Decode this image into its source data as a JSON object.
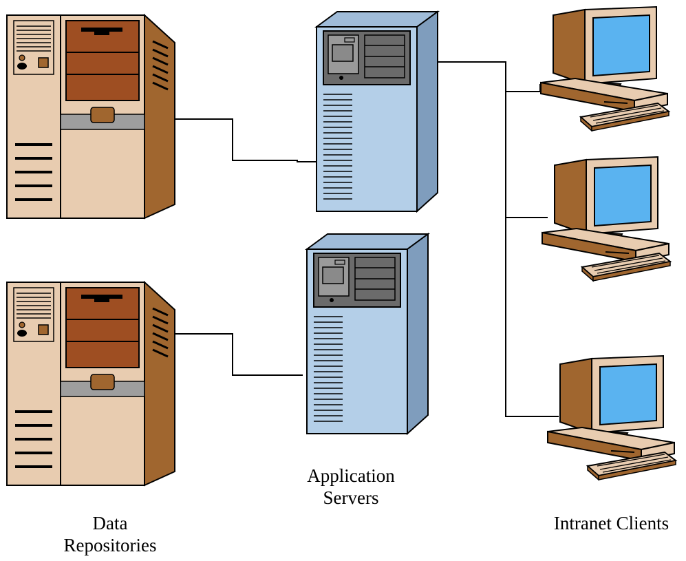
{
  "labels": {
    "data_repositories": [
      "Data",
      "Repositories"
    ],
    "application_servers": [
      "Application",
      "Servers"
    ],
    "intranet_clients": [
      "Intranet Clients"
    ]
  },
  "nodes": {
    "data_repositories": 2,
    "application_servers": 2,
    "intranet_clients": 3
  },
  "colors": {
    "repository_face": "#e8ccb0",
    "repository_side": "#a0662f",
    "repository_drive": "#9e4e22",
    "repository_band": "#9e9e9e",
    "server_front": "#b4cfe8",
    "server_side": "#7f9dbd",
    "server_top": "#a0bcd9",
    "server_panel": "#6b6b6b",
    "client_body": "#e8ccb0",
    "client_shade": "#a0662f",
    "client_screen": "#5ab3f0",
    "line": "#000000"
  }
}
